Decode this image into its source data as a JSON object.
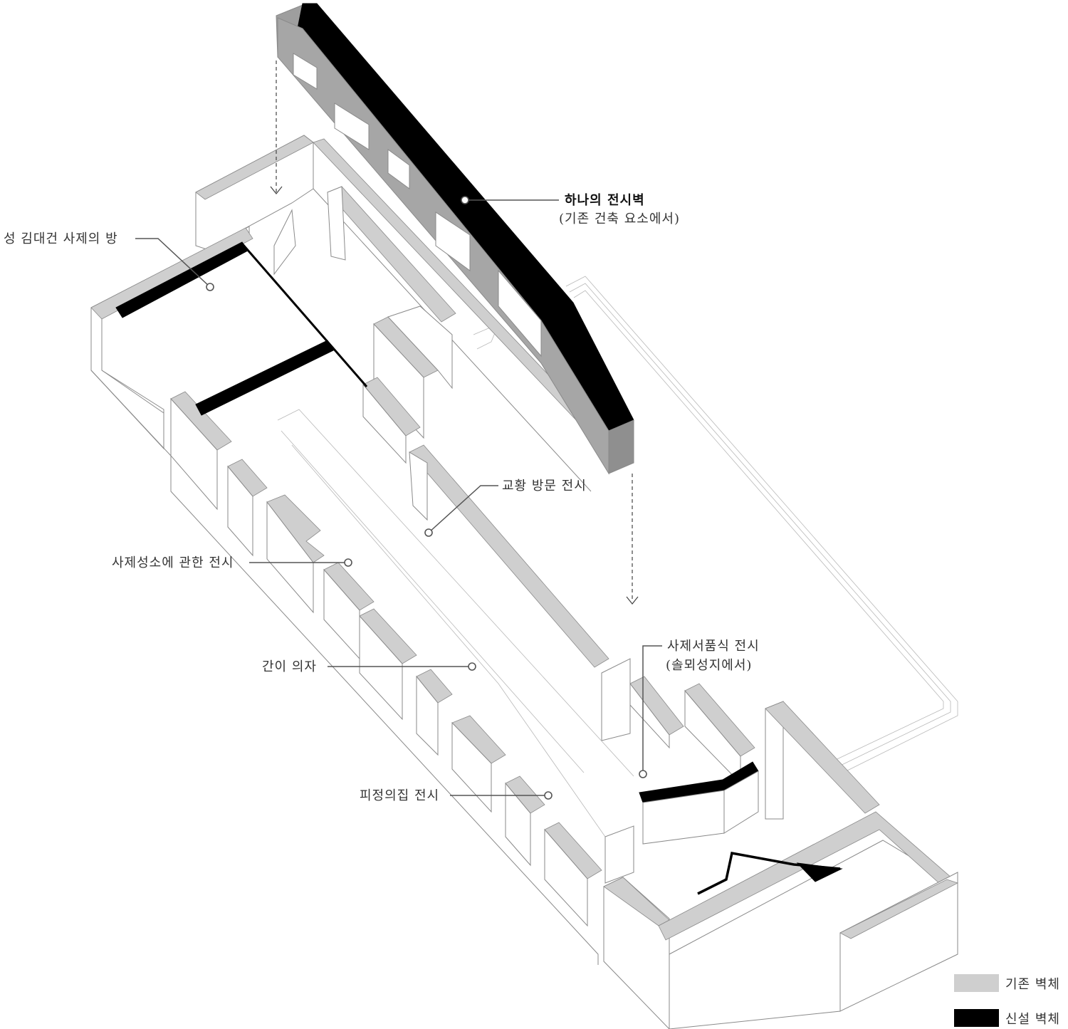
{
  "labels": {
    "exhibition_wall_title": "하나의 전시벽",
    "exhibition_wall_sub": "(기존 건축 요소에서)",
    "kim_room": "성 김대건 사제의 방",
    "papal_visit": "교황 방문 전시",
    "priesthood_sanctuary": "사제성소에 관한 전시",
    "simple_chair": "간이 의자",
    "pijeong_collection": "피정의집 전시",
    "ordination_title": "사제서품식 전시",
    "ordination_sub": "(솔뫼성지에서)"
  },
  "legend": {
    "existing_label": "기존 벽체",
    "existing_color": "#cfcfcf",
    "new_label": "신설 벽체",
    "new_color": "#000000"
  }
}
